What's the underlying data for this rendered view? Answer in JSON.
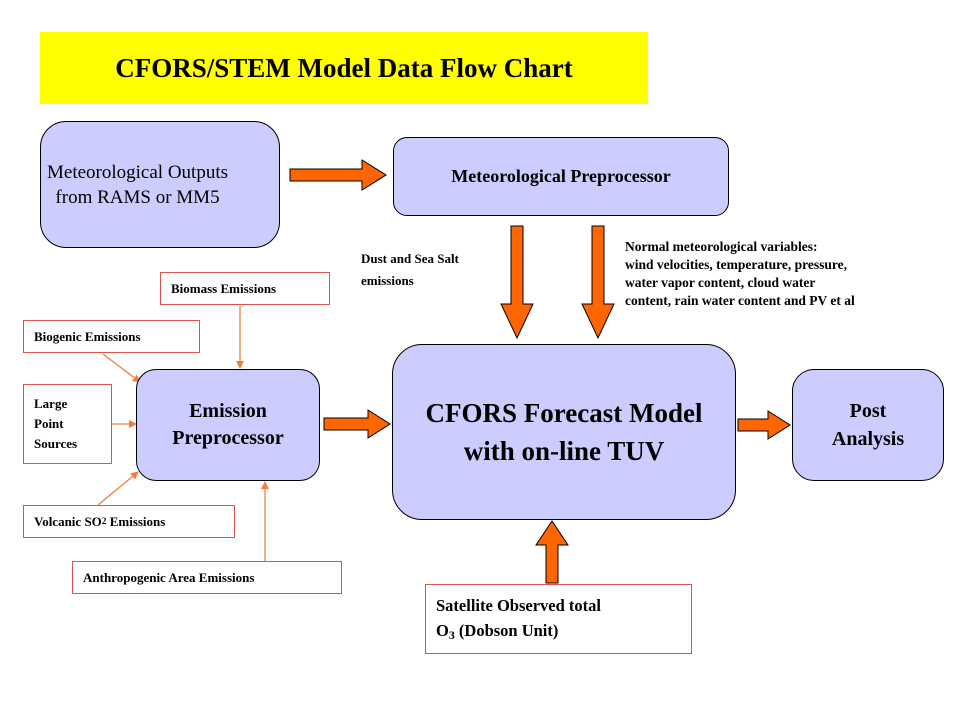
{
  "title": "CFORS/STEM Model Data Flow Chart",
  "nodes": {
    "met_outputs": {
      "line1": "Meteorological Outputs",
      "line2": "from RAMS or MM5"
    },
    "met_preprocessor": "Meteorological Preprocessor",
    "emission_preprocessor": {
      "line1": "Emission",
      "line2": "Preprocessor"
    },
    "cfors_model": {
      "line1": "CFORS Forecast Model",
      "line2": "with on-line TUV"
    },
    "post_analysis": {
      "line1": "Post",
      "line2": "Analysis"
    }
  },
  "sources": {
    "biomass": "Biomass Emissions",
    "biogenic": "Biogenic Emissions",
    "large_point": {
      "line1": "Large",
      "line2": "Point",
      "line3": "Sources"
    },
    "volcanic": {
      "prefix": "Volcanic SO",
      "sub": "2",
      "suffix": " Emissions"
    },
    "anthropogenic": "Anthropogenic Area Emissions",
    "satellite": {
      "line1": "Satellite Observed total",
      "prefix": "O",
      "sub": "3",
      "suffix": " (Dobson Unit)"
    }
  },
  "annotations": {
    "dust": {
      "line1": "Dust and Sea Salt",
      "line2": "emissions"
    },
    "normal": {
      "line1": "Normal meteorological variables:",
      "line2": "wind velocities, temperature, pressure,",
      "line3": "water vapor content, cloud water",
      "line4": "content, rain water content and PV et al"
    }
  },
  "colors": {
    "title_bg": "#ffff00",
    "node_fill": "#ccccff",
    "arrow_fill": "#ff6600",
    "source_border": "#d9534f",
    "thin_arrow": "#f07f3c"
  }
}
